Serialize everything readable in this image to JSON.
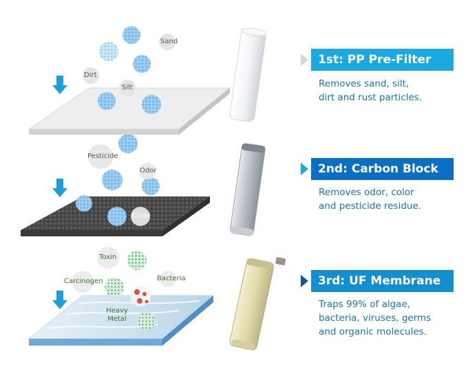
{
  "stages": [
    {
      "title": "1st: PP Pre-Filter",
      "description": "Removes sand, silt,\ndirt and rust particles.",
      "banner_color": "#1aa9e0",
      "particles": [
        "Sand",
        "Dirt",
        "Silt"
      ]
    },
    {
      "title": "2nd: Carbon Block",
      "description": "Removes odor, color\nand pesticide residue.",
      "banner_color": "#0a6fc2",
      "particles": [
        "Pesticide",
        "Odor",
        "Color"
      ]
    },
    {
      "title": "3rd: UF Membrane",
      "description": "Traps 99% of algae,\nbacteria, viruses, germs\nand organic molecules.",
      "banner_color": "#128fd0",
      "particles": [
        "Toxin",
        "Carcinogen",
        "Bacteria",
        "Heavy Metal"
      ]
    }
  ],
  "colors": {
    "arrow": "#1a9fe0",
    "text_blue": "#1572c8",
    "particle_blue": "#8ec7ee",
    "particle_green": "#5fb784",
    "particle_red": "#d1563a",
    "label_gray": "#555555",
    "label_green": "#3a6f2a"
  }
}
